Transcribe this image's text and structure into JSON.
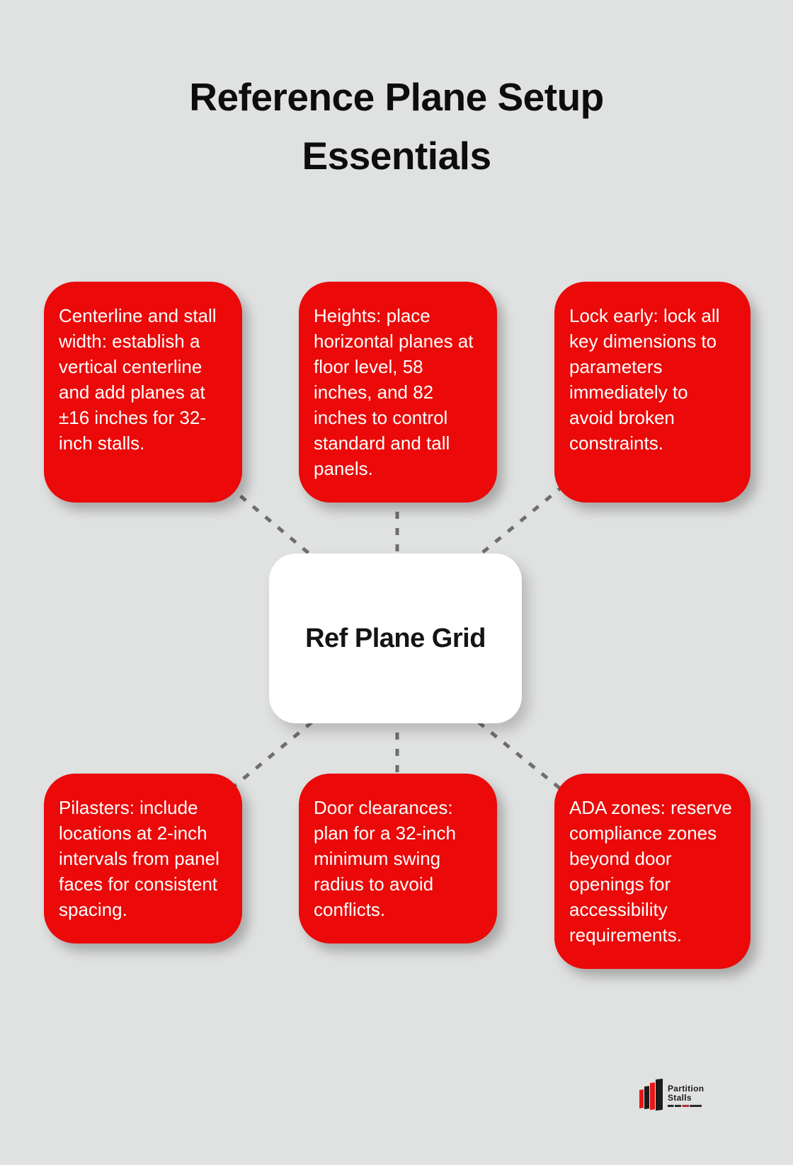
{
  "title": "Reference Plane Setup Essentials",
  "center_node": {
    "label": "Ref Plane Grid"
  },
  "cards": [
    {
      "id": "centerline-stall-width",
      "text": "Centerline and stall width: establish a vertical centerline and add planes at ±16 inches for 32-inch stalls."
    },
    {
      "id": "heights",
      "text": "Heights: place horizontal planes at floor level, 58 inches, and 82 inches to control standard and tall panels."
    },
    {
      "id": "lock-early",
      "text": "Lock early: lock all key dimensions to parameters immediately to avoid broken constraints."
    },
    {
      "id": "pilasters",
      "text": "Pilasters: include locations at 2-inch intervals from panel faces for consistent spacing."
    },
    {
      "id": "door-clearances",
      "text": "Door clearances: plan for a 32-inch minimum swing radius to avoid conflicts."
    },
    {
      "id": "ada-zones",
      "text": "ADA zones: reserve compliance zones beyond door openings for accessibility requirements."
    }
  ],
  "logo": {
    "line1": "Partition",
    "line2": "Stalls"
  },
  "colors": {
    "background": "#e0e1e1",
    "card_red": "#eb0909",
    "card_white": "#ffffff",
    "text_on_red": "#ffffff",
    "title_text": "#0d0d0d",
    "connector": "#6e6e6e",
    "logo_dark": "#1b1b1b",
    "logo_red": "#e61717"
  }
}
